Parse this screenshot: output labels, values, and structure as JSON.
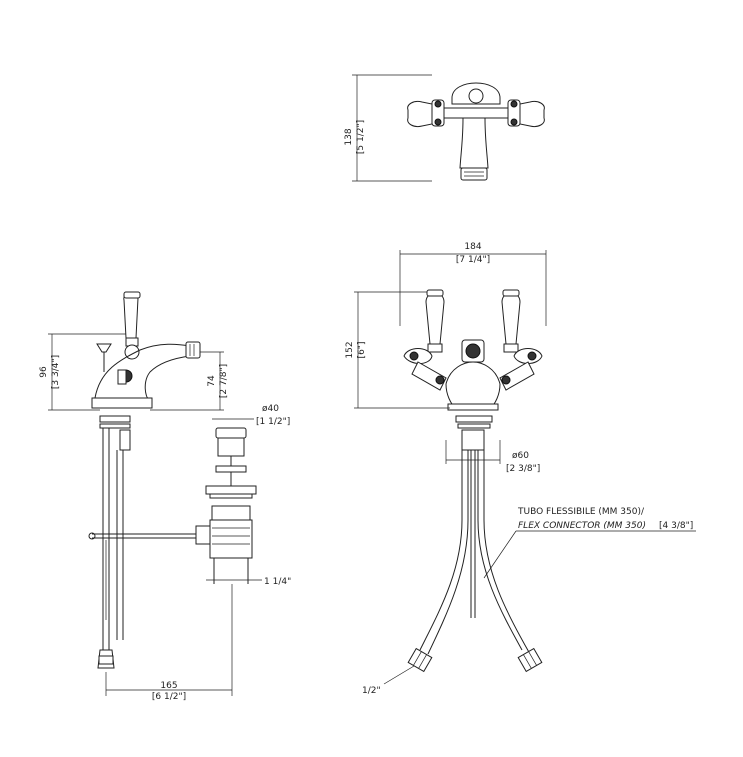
{
  "top_view": {
    "height_mm": "138",
    "height_in": "[5 1/2\"]"
  },
  "side_view": {
    "height_mm": "96",
    "height_in": "[3 3/4\"]",
    "spout_mm": "74",
    "spout_in": "[2 7/8\"]",
    "waste_dia_mm": "ø40",
    "waste_dia_in": "[1 1/2\"]",
    "waste_thread": "1 1/4\"",
    "depth_mm": "165",
    "depth_in": "[6 1/2\"]"
  },
  "front_view": {
    "width_mm": "184",
    "width_in": "[7 1/4\"]",
    "height_mm": "152",
    "height_in": "[6\"]",
    "base_dia_mm": "ø60",
    "base_dia_in": "[2 3/8\"]",
    "hose_label_it": "TUBO FLESSIBILE (MM 350)/",
    "hose_label_en": "FLEX CONNECTOR (MM 350)",
    "hose_label_in": "[4 3/8\"]",
    "hose_thread": "1/2\""
  }
}
